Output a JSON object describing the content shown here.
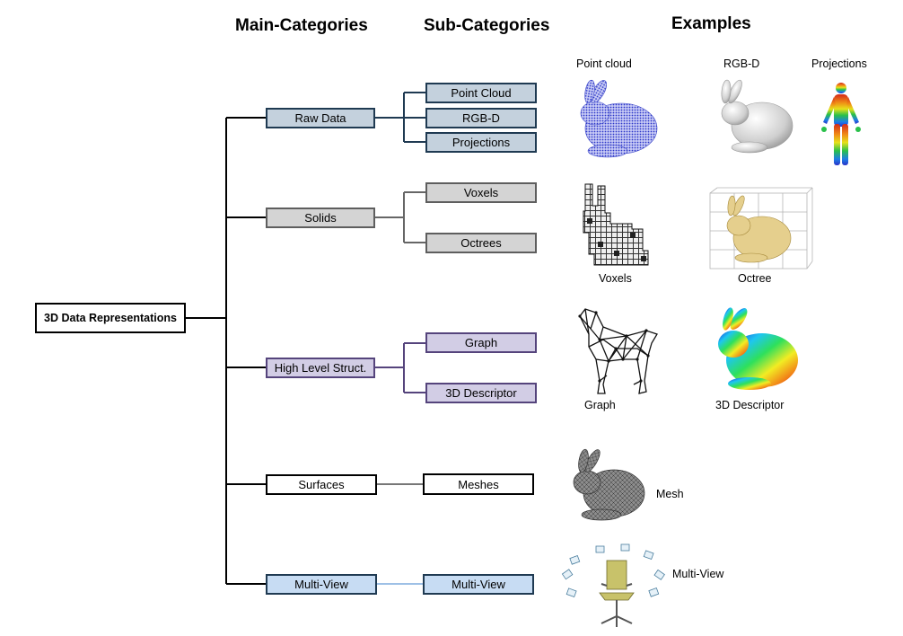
{
  "headers": {
    "main": "Main-Categories",
    "sub": "Sub-Categories",
    "examples": "Examples"
  },
  "root": {
    "label": "3D Data Representations"
  },
  "main_categories": [
    {
      "label": "Raw Data"
    },
    {
      "label": "Solids"
    },
    {
      "label": "High Level Struct."
    },
    {
      "label": "Surfaces"
    },
    {
      "label": "Multi-View"
    }
  ],
  "sub_categories": [
    {
      "label": "Point Cloud"
    },
    {
      "label": "RGB-D"
    },
    {
      "label": "Projections"
    },
    {
      "label": "Voxels"
    },
    {
      "label": "Octrees"
    },
    {
      "label": "Graph"
    },
    {
      "label": "3D Descriptor"
    },
    {
      "label": "Meshes"
    },
    {
      "label": "Multi-View"
    }
  ],
  "example_labels": [
    {
      "label": "Point cloud"
    },
    {
      "label": "RGB-D"
    },
    {
      "label": "Projections"
    },
    {
      "label": "Voxels"
    },
    {
      "label": "Octree"
    },
    {
      "label": "Graph"
    },
    {
      "label": "3D Descriptor"
    },
    {
      "label": "Mesh"
    },
    {
      "label": "Multi-View"
    }
  ],
  "colors": {
    "raw_fill": "#c4d1dd",
    "raw_border": "#1f3a52",
    "solids_fill": "#d4d4d4",
    "solids_border": "#5e5e5e",
    "hls_fill": "#d2cde5",
    "hls_border": "#55447c",
    "surfaces_fill": "#ffffff",
    "surfaces_border": "#000000",
    "multiview_fill": "#c7dcf3",
    "multiview_border": "#1f3a52"
  },
  "examples": [
    {
      "icon": "point-cloud-bunny-icon"
    },
    {
      "icon": "rgbd-bunny-icon"
    },
    {
      "icon": "human-projection-icon"
    },
    {
      "icon": "voxel-bunny-icon"
    },
    {
      "icon": "octree-bunny-icon"
    },
    {
      "icon": "graph-horse-icon"
    },
    {
      "icon": "descriptor-bunny-icon"
    },
    {
      "icon": "mesh-bunny-icon"
    },
    {
      "icon": "multi-view-chair-icon"
    }
  ]
}
